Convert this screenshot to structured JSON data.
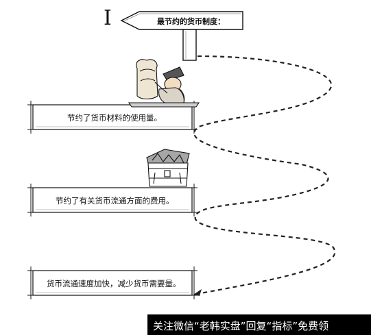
{
  "section": {
    "numeral": "I",
    "sign_label": "最节约的货币制度："
  },
  "items": [
    {
      "label": "节约了货币材料的使用量。",
      "illustration": "scholar-reading-scroll"
    },
    {
      "label": "节约了有关货币流通方面的费用。",
      "illustration": "treasure-chest"
    },
    {
      "label": "货币流通速度加快，减少货币需要量。",
      "illustration": ""
    }
  ],
  "footer": {
    "text": "关注微信“老韩实盘”回复“指标”免费领",
    "bg_color": "#000000",
    "text_color": "#ffffff"
  },
  "colors": {
    "line": "#111111",
    "connector_dash": "#222222"
  }
}
